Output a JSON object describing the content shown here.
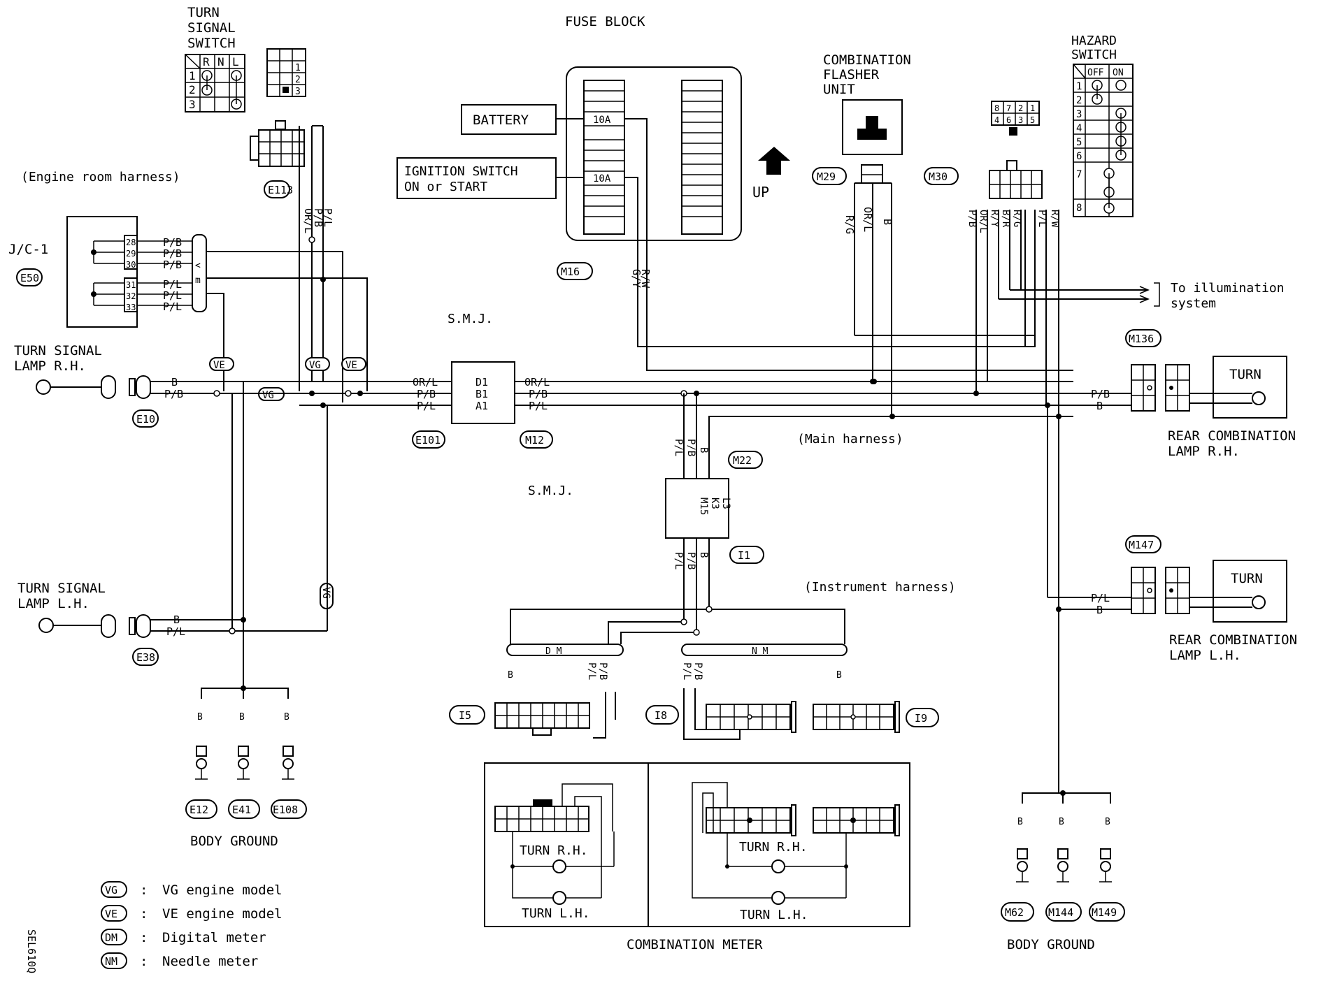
{
  "top": {
    "turn_signal_switch": "TURN SIGNAL SWITCH",
    "fuse_block": "FUSE BLOCK",
    "battery": "BATTERY",
    "ignition_line1": "IGNITION SWITCH",
    "ignition_line2": "ON or START",
    "fuse_1": "10A",
    "fuse_2": "10A",
    "up": "UP",
    "flasher": "COMBINATION FLASHER UNIT",
    "hazard": "HAZARD SWITCH",
    "switch_cols": [
      "R",
      "N",
      "L"
    ],
    "switch_rows": [
      "1",
      "2",
      "3"
    ],
    "hazard_cols": [
      "OFF",
      "ON"
    ],
    "hazard_rows": [
      "1",
      "2",
      "3",
      "4",
      "5",
      "6",
      "7",
      "8"
    ],
    "flasher_pins": [
      "8",
      "7",
      "2",
      "1",
      "4",
      "6",
      "3",
      "5"
    ],
    "switch_pins": [
      "1",
      "2",
      "3"
    ]
  },
  "harness": {
    "engine_room": "(Engine room harness)",
    "main": "(Main harness)",
    "instrument": "(Instrument harness)",
    "smj_top": "S.M.J.",
    "smj_mid": "S.M.J.",
    "jc": "J/C-1",
    "illumination_1": "To illumination",
    "illumination_2": "system"
  },
  "connectors": {
    "e50": "E50",
    "e113": "E113",
    "e10": "E10",
    "e38": "E38",
    "e101": "E101",
    "m12": "M12",
    "m16": "M16",
    "m29": "M29",
    "m30": "M30",
    "m22": "M22",
    "i1": "I1",
    "i5": "I5",
    "i8": "I8",
    "i9": "I9",
    "m136": "M136",
    "m147": "M147",
    "e12": "E12",
    "e41": "E41",
    "e108": "E108",
    "m62": "M62",
    "m144": "M144",
    "m149": "M149"
  },
  "lamps": {
    "rh_1": "TURN SIGNAL",
    "rh_2": "LAMP R.H.",
    "lh_1": "TURN SIGNAL",
    "lh_2": "LAMP L.H.",
    "rear_rh_1": "REAR COMBINATION",
    "rear_rh_2": "LAMP R.H.",
    "rear_lh_1": "REAR COMBINATION",
    "rear_lh_2": "LAMP L.H.",
    "turn_box": "TURN"
  },
  "meter": {
    "title": "COMBINATION METER",
    "dm_turn_rh": "TURN R.H.",
    "dm_turn_lh": "TURN L.H.",
    "nm_turn_rh": "TURN R.H.",
    "nm_turn_lh": "TURN L.H.",
    "dm": "D M",
    "nm": "N M"
  },
  "grounds": {
    "body_left": "BODY GROUND",
    "body_right": "BODY GROUND"
  },
  "wires": {
    "p_b": "P/B",
    "p_l": "P/L",
    "b": "B",
    "or_l": "OR/L",
    "r_g": "R/G",
    "r_w": "R/W",
    "r_y": "R/Y",
    "b_r": "B/R",
    "g_y": "G/Y",
    "ve": "VE",
    "vg": "VG"
  },
  "smj_pins": {
    "d1": "D1",
    "b1": "B1",
    "a1": "A1",
    "mid": [
      "M15",
      "K3",
      "L3"
    ],
    "jc_pins": [
      "28",
      "29",
      "30",
      "31",
      "32",
      "33"
    ],
    "jc_tag_1": "<",
    "jc_tag_2": "m"
  },
  "legend": [
    {
      "key": "VG",
      "text": "VG engine model"
    },
    {
      "key": "VE",
      "text": "VE engine model"
    },
    {
      "key": "DM",
      "text": "Digital meter"
    },
    {
      "key": "NM",
      "text": "Needle meter"
    }
  ],
  "legend_sep": ":",
  "code": "SEL610Q"
}
